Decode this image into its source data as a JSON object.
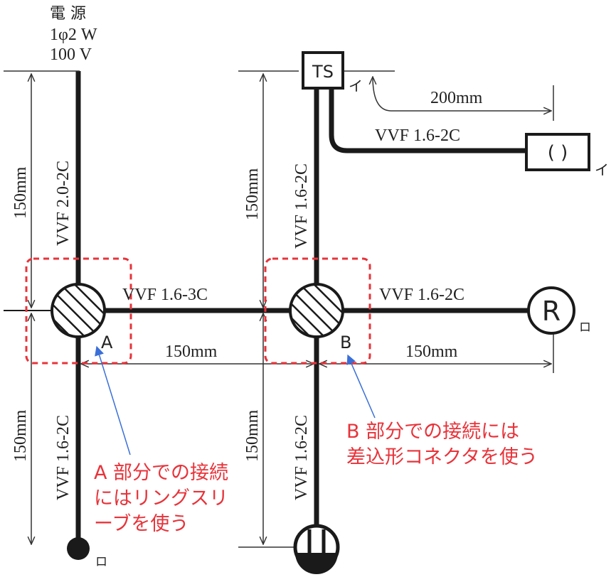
{
  "power": {
    "title": "電 源",
    "phase": "1φ2 W",
    "voltage": "100 V"
  },
  "devices": {
    "timer_switch": "TS",
    "receptacle": "R",
    "lamp_symbol": "( )"
  },
  "cables": {
    "main_vertical": "VVF 2.0-2C",
    "left_lower": "VVF 1.6-2C",
    "middle_upper": "VVF 1.6-2C",
    "middle_lower": "VVF 1.6-2C",
    "horizontal_ab": "VVF 1.6-3C",
    "horizontal_bR": "VVF 1.6-2C",
    "ts_to_lamp": "VVF 1.6-2C"
  },
  "dimensions": {
    "left_upper": "150mm",
    "left_lower": "150mm",
    "middle_upper": "150mm",
    "middle_lower": "150mm",
    "horizontal_ab": "150mm",
    "horizontal_bR": "150mm",
    "ts_to_lamp": "200mm"
  },
  "terminals": {
    "ts_side": "イ",
    "lamp_side": "イ",
    "receptacle_side": "ロ",
    "left_bottom": "ロ"
  },
  "junctions": {
    "a": "A",
    "b": "B"
  },
  "notes": {
    "a_line1": "A 部分での接続",
    "a_line2": "にはリングスリ",
    "a_line3": "ーブを使う",
    "b_line1": "B 部分での接続には",
    "b_line2": "差込形コネクタを使う"
  },
  "colors": {
    "line": "#1a1a1a",
    "highlight": "#e8333a",
    "pointer": "#3a6fd8"
  }
}
